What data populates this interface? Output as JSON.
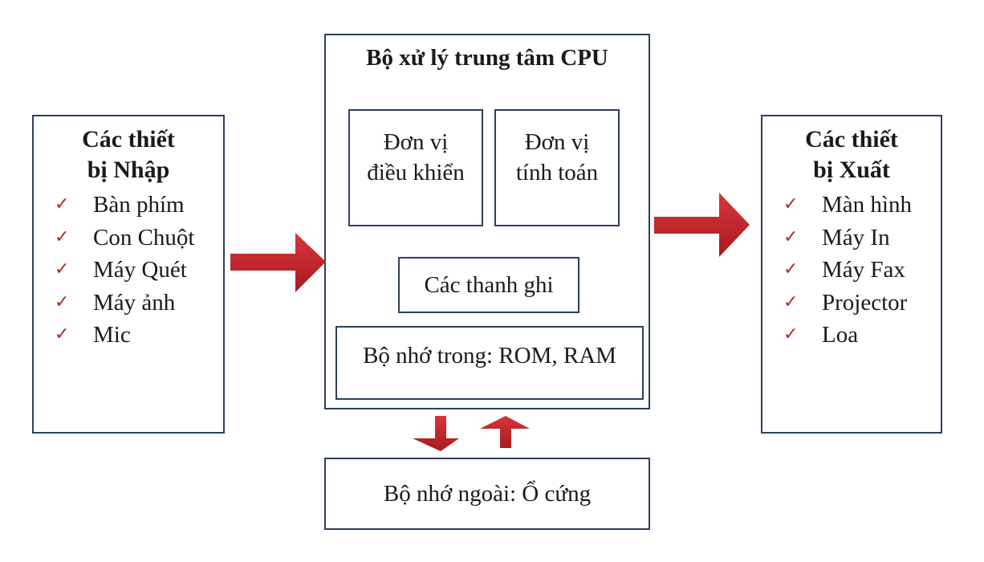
{
  "input": {
    "title_line1": "Các thiết",
    "title_line2": "bị Nhập",
    "items": [
      "Bàn phím",
      "Con Chuột",
      "Máy Quét",
      "Máy ảnh",
      "Mic"
    ]
  },
  "cpu": {
    "title": "Bộ xử lý trung tâm CPU",
    "control_unit": [
      "Đơn vị",
      "điều khiển"
    ],
    "alu": [
      "Đơn vị",
      "tính toán"
    ],
    "registers": "Các thanh ghi",
    "internal_memory": "Bộ nhớ trong: ROM, RAM"
  },
  "output": {
    "title_line1": "Các thiết",
    "title_line2": "bị Xuất",
    "items": [
      "Màn hình",
      "Máy In",
      "Máy Fax",
      "Projector",
      "Loa"
    ]
  },
  "external_memory": "Bộ nhớ ngoài: Ổ cứng",
  "colors": {
    "arrow": "#c0242a",
    "border": "#2e3f5c",
    "check": "#b22a2a"
  },
  "icons": {
    "check": "check-mark-icon"
  }
}
